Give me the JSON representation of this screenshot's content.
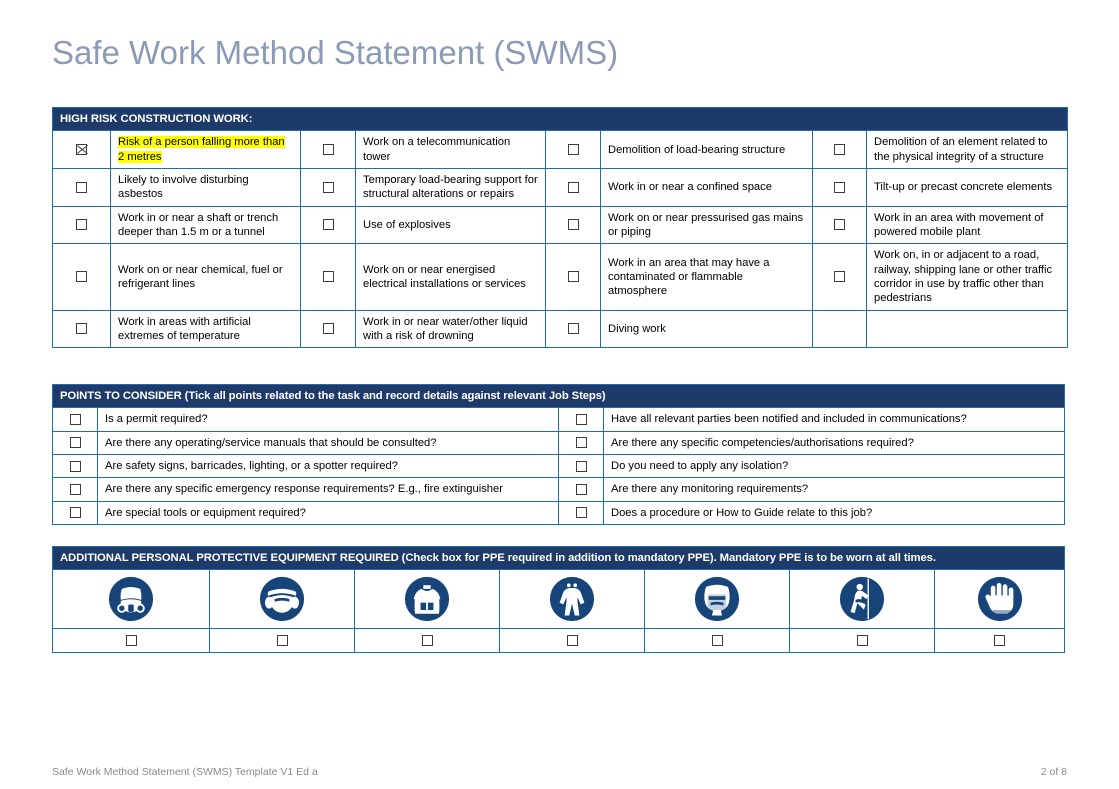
{
  "document": {
    "title": "Safe Work Method Statement (SWMS)",
    "footer_left": "Safe Work Method Statement (SWMS) Template V1 Ed a",
    "footer_right": "2 of 8"
  },
  "colors": {
    "band_navy": "#1E3A68",
    "table_border_blue": "#1F6CB0",
    "title_grey_blue": "#8C9BB5",
    "highlight_yellow": "#FFFF00",
    "icon_navy": "#17457A"
  },
  "high_risk": {
    "heading": "HIGH RISK CONSTRUCTION WORK:",
    "rows": [
      [
        {
          "checked": true,
          "label": "Risk of a person falling more than 2 metres",
          "highlight": true
        },
        {
          "checked": false,
          "label": "Work on a telecommunication tower",
          "highlight": false
        },
        {
          "checked": false,
          "label": "Demolition of load-bearing structure",
          "highlight": false
        },
        {
          "checked": false,
          "label": "Demolition of an element related to the physical integrity of a structure",
          "highlight": false
        }
      ],
      [
        {
          "checked": false,
          "label": "Likely to involve disturbing asbestos",
          "highlight": false
        },
        {
          "checked": false,
          "label": "Temporary load-bearing support for structural alterations or repairs",
          "highlight": false
        },
        {
          "checked": false,
          "label": "Work in or near a confined space",
          "highlight": false
        },
        {
          "checked": false,
          "label": "Tilt-up or precast concrete elements",
          "highlight": false
        }
      ],
      [
        {
          "checked": false,
          "label": "Work in or near a shaft or trench deeper than 1.5 m or a tunnel",
          "highlight": false
        },
        {
          "checked": false,
          "label": "Use of explosives",
          "highlight": false
        },
        {
          "checked": false,
          "label": "Work on or near pressurised gas mains or piping",
          "highlight": false
        },
        {
          "checked": false,
          "label": "Work in an area with movement of powered mobile plant",
          "highlight": false
        }
      ],
      [
        {
          "checked": false,
          "label": "Work on or near chemical, fuel or refrigerant lines",
          "highlight": false
        },
        {
          "checked": false,
          "label": "Work on or near energised electrical installations or services",
          "highlight": false
        },
        {
          "checked": false,
          "label": "Work in an area that may have a contaminated or flammable atmosphere",
          "highlight": false
        },
        {
          "checked": false,
          "label": "Work on, in or adjacent to a road, railway, shipping lane or other traffic corridor in use by traffic other than pedestrians",
          "highlight": false
        }
      ],
      [
        {
          "checked": false,
          "label": "Work in areas with artificial extremes of temperature",
          "highlight": false
        },
        {
          "checked": false,
          "label": "Work in or near water/other liquid with a risk of drowning",
          "highlight": false
        },
        {
          "checked": false,
          "label": "Diving work",
          "highlight": false
        },
        {
          "checked": null,
          "label": "",
          "highlight": false
        }
      ]
    ]
  },
  "points_to_consider": {
    "heading": "POINTS TO CONSIDER (Tick all points related to the task and record details against relevant Job Steps)",
    "rows": [
      {
        "left": {
          "checked": false,
          "label": "Is a permit required?"
        },
        "right": {
          "checked": false,
          "label": "Have all relevant parties been notified and included in communications?"
        }
      },
      {
        "left": {
          "checked": false,
          "label": "Are there any operating/service manuals that should be consulted?"
        },
        "right": {
          "checked": false,
          "label": "Are there any specific competencies/authorisations required?"
        }
      },
      {
        "left": {
          "checked": false,
          "label": "Are safety signs, barricades, lighting, or a spotter required?"
        },
        "right": {
          "checked": false,
          "label": "Do you need to apply any isolation?"
        }
      },
      {
        "left": {
          "checked": false,
          "label": "Are there any specific emergency response requirements? E.g., fire extinguisher"
        },
        "right": {
          "checked": false,
          "label": "Are there any monitoring requirements?"
        }
      },
      {
        "left": {
          "checked": false,
          "label": "Are special tools or equipment required?"
        },
        "right": {
          "checked": false,
          "label": "Does a procedure or How to Guide relate to this job?"
        }
      }
    ]
  },
  "ppe": {
    "heading": "ADDITIONAL PERSONAL PROTECTIVE EQUIPMENT REQUIRED (Check box for PPE required in addition to mandatory PPE). Mandatory PPE is to be worn at all times.",
    "items": [
      {
        "icon": "respirator-mask-icon",
        "checked": false
      },
      {
        "icon": "ear-and-eye-protection-icon",
        "checked": false
      },
      {
        "icon": "protective-apron-icon",
        "checked": false
      },
      {
        "icon": "protective-clothing-icon",
        "checked": false
      },
      {
        "icon": "face-shield-icon",
        "checked": false
      },
      {
        "icon": "safety-harness-icon",
        "checked": false
      },
      {
        "icon": "protective-gloves-icon",
        "checked": false
      }
    ]
  }
}
